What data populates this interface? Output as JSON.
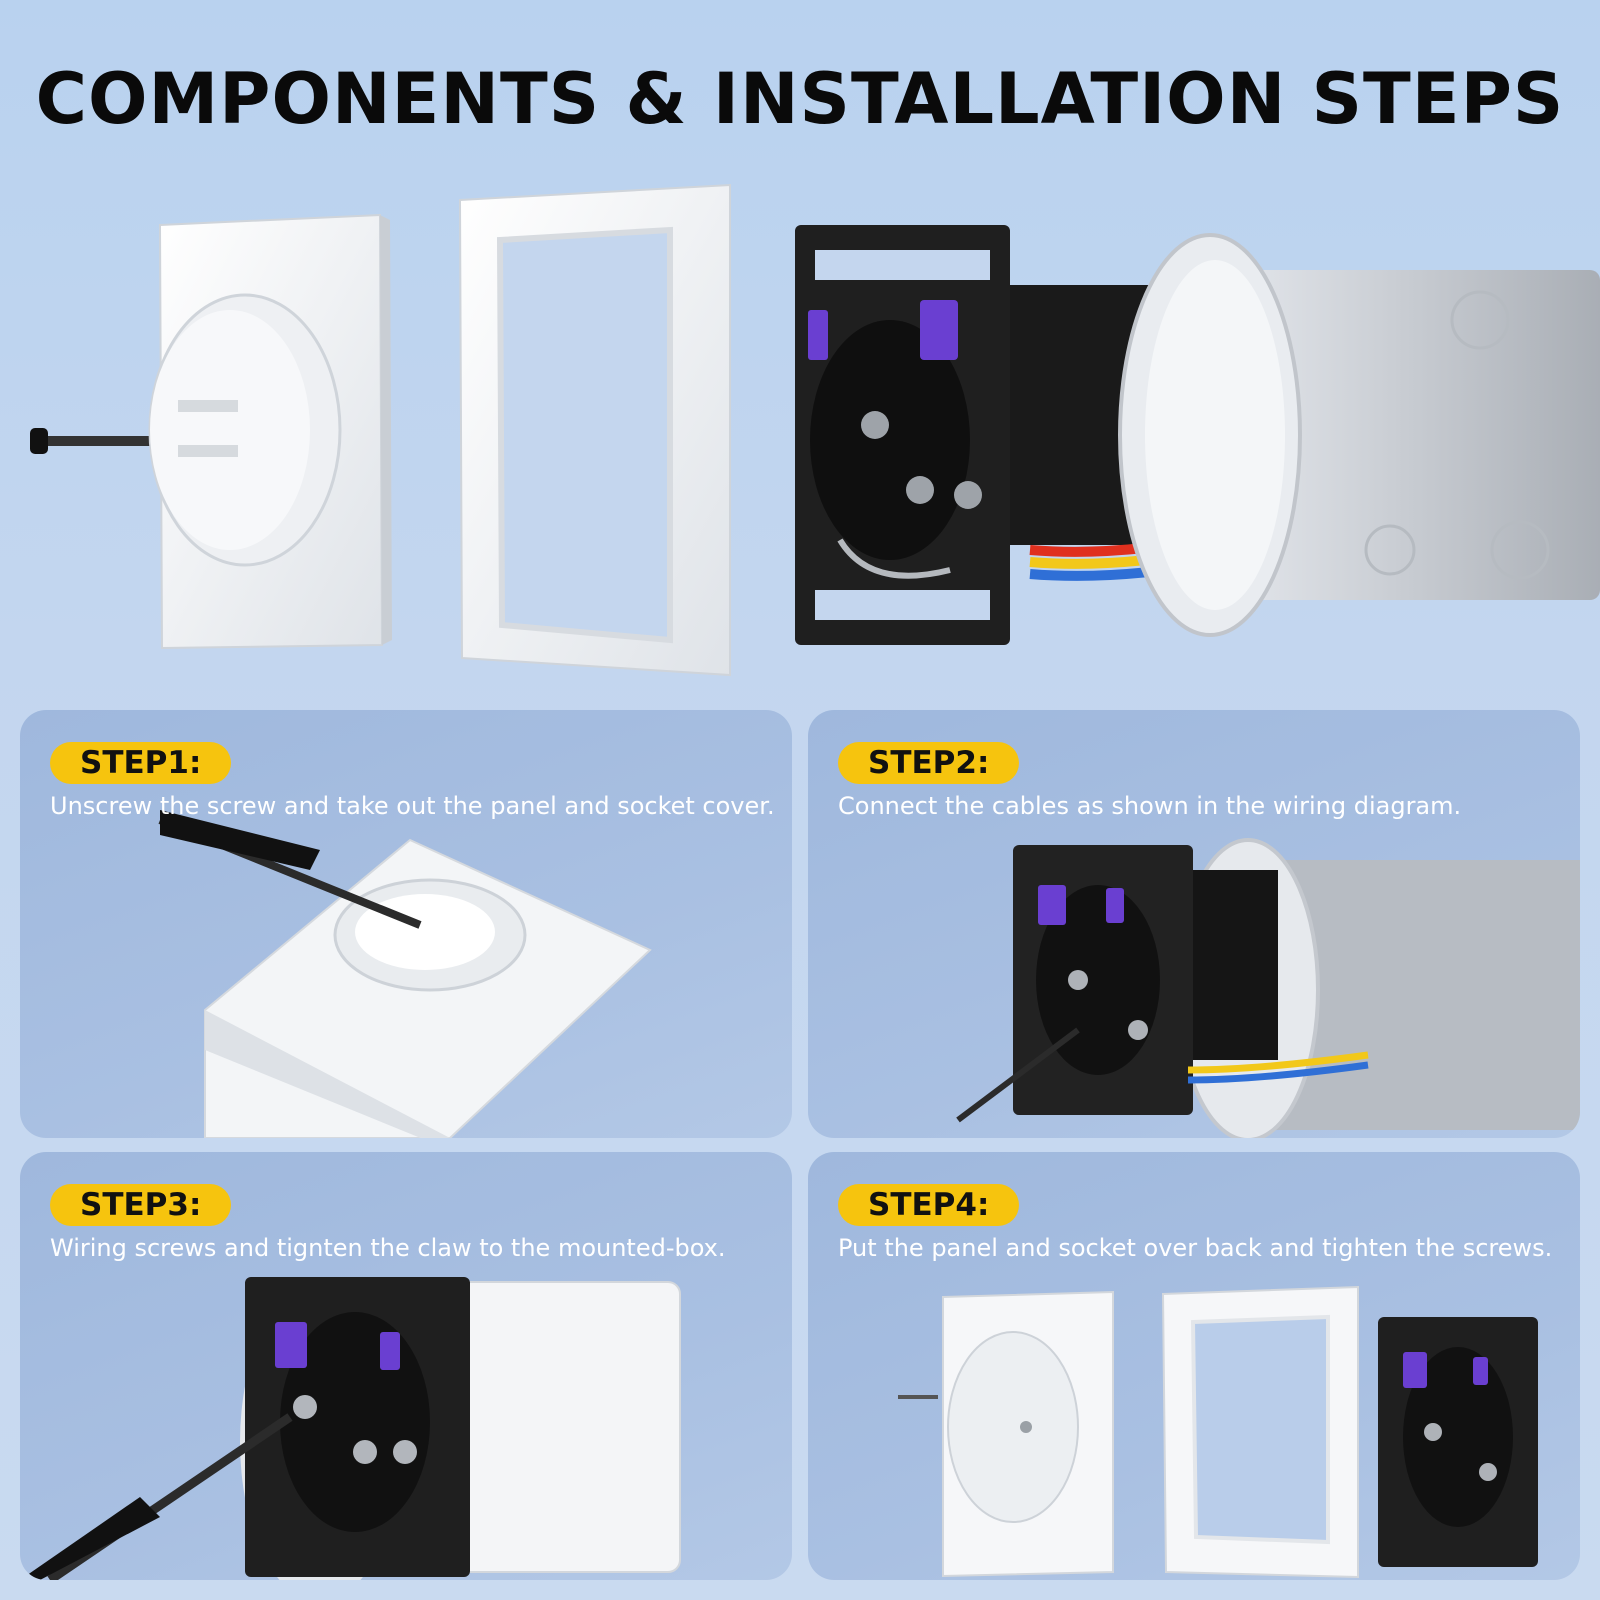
{
  "title": "COMPONENTS & INSTALLATION STEPS",
  "steps": [
    {
      "label": "STEP1:",
      "text": "Unscrew the screw and take out the panel and socket cover."
    },
    {
      "label": "STEP2:",
      "text": "Connect the cables as shown in the wiring diagram."
    },
    {
      "label": "STEP3:",
      "text": "Wiring screws and tignten the claw to the mounted-box."
    },
    {
      "label": "STEP4:",
      "text": "Put the panel and socket over back and tighten the screws."
    }
  ],
  "colors": {
    "badge": "#f6c40e",
    "panel": "#a9c0e2",
    "wire_red": "#e0301e",
    "wire_yellow": "#f2c81a",
    "wire_blue": "#2f6fd6",
    "usb": "#6a3fd1"
  }
}
